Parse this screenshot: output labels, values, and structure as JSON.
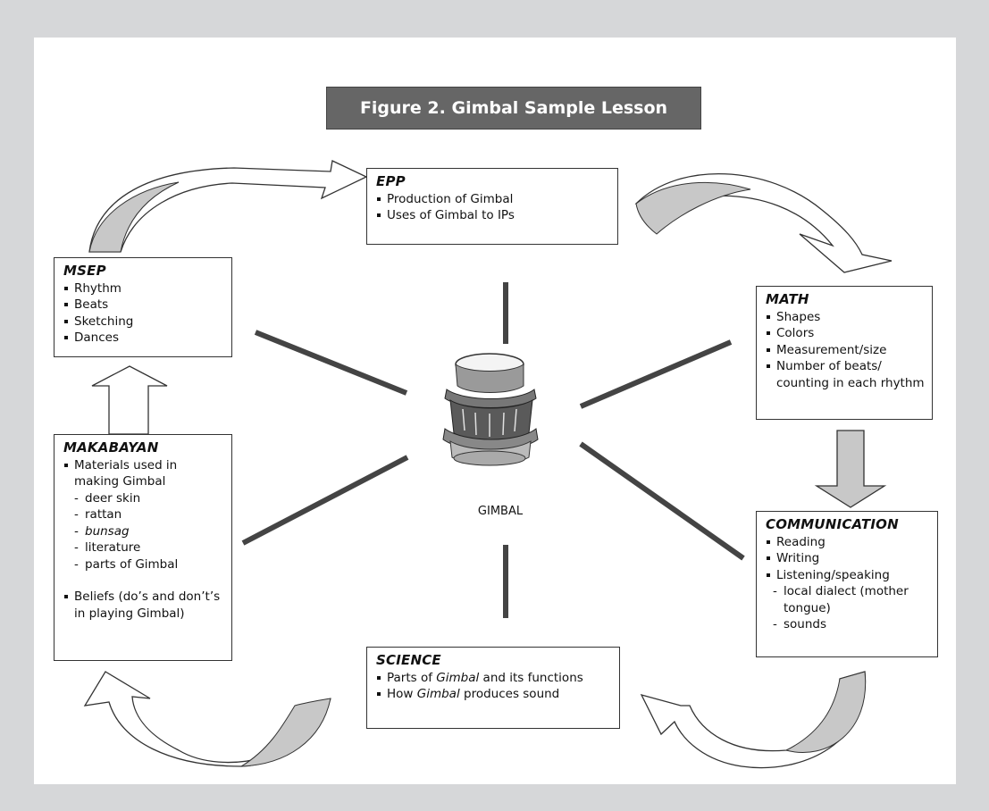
{
  "title": "Figure 2. Gimbal Sample Lesson",
  "center_label": "GIMBAL",
  "boxes": {
    "epp": {
      "heading": "EPP",
      "items": [
        "Production of Gimbal",
        "Uses of Gimbal to IPs"
      ]
    },
    "msep": {
      "heading": "MSEP",
      "items": [
        "Rhythm",
        "Beats",
        "Sketching",
        "Dances"
      ]
    },
    "math": {
      "heading": "MATH",
      "items": [
        "Shapes",
        "Colors",
        "Measurement/size",
        "Number of beats/ counting in each rhythm"
      ]
    },
    "makabayan": {
      "heading": "MAKABAYAN",
      "item1": "Materials used in making Gimbal",
      "sub": [
        "deer skin",
        "rattan",
        "bunsag",
        "literature",
        "parts of Gimbal"
      ],
      "item2": "Beliefs (do’s and don’t’s in playing Gimbal)"
    },
    "communication": {
      "heading": "COMMUNICATION",
      "items": [
        "Reading",
        "Writing",
        "Listening/speaking"
      ],
      "sub": [
        "local dialect (mother tongue)",
        "sounds"
      ]
    },
    "science": {
      "heading": "SCIENCE",
      "item1_pre": "Parts of ",
      "item1_em": "Gimbal",
      "item1_post": " and its functions",
      "item2_pre": "How ",
      "item2_em": "Gimbal",
      "item2_post": " produces sound"
    }
  },
  "colors": {
    "background": "#d6d7d9",
    "panel": "#ffffff",
    "title_bg": "#666666",
    "arrow_fill": "#c8c8c8",
    "connector": "#444444"
  }
}
